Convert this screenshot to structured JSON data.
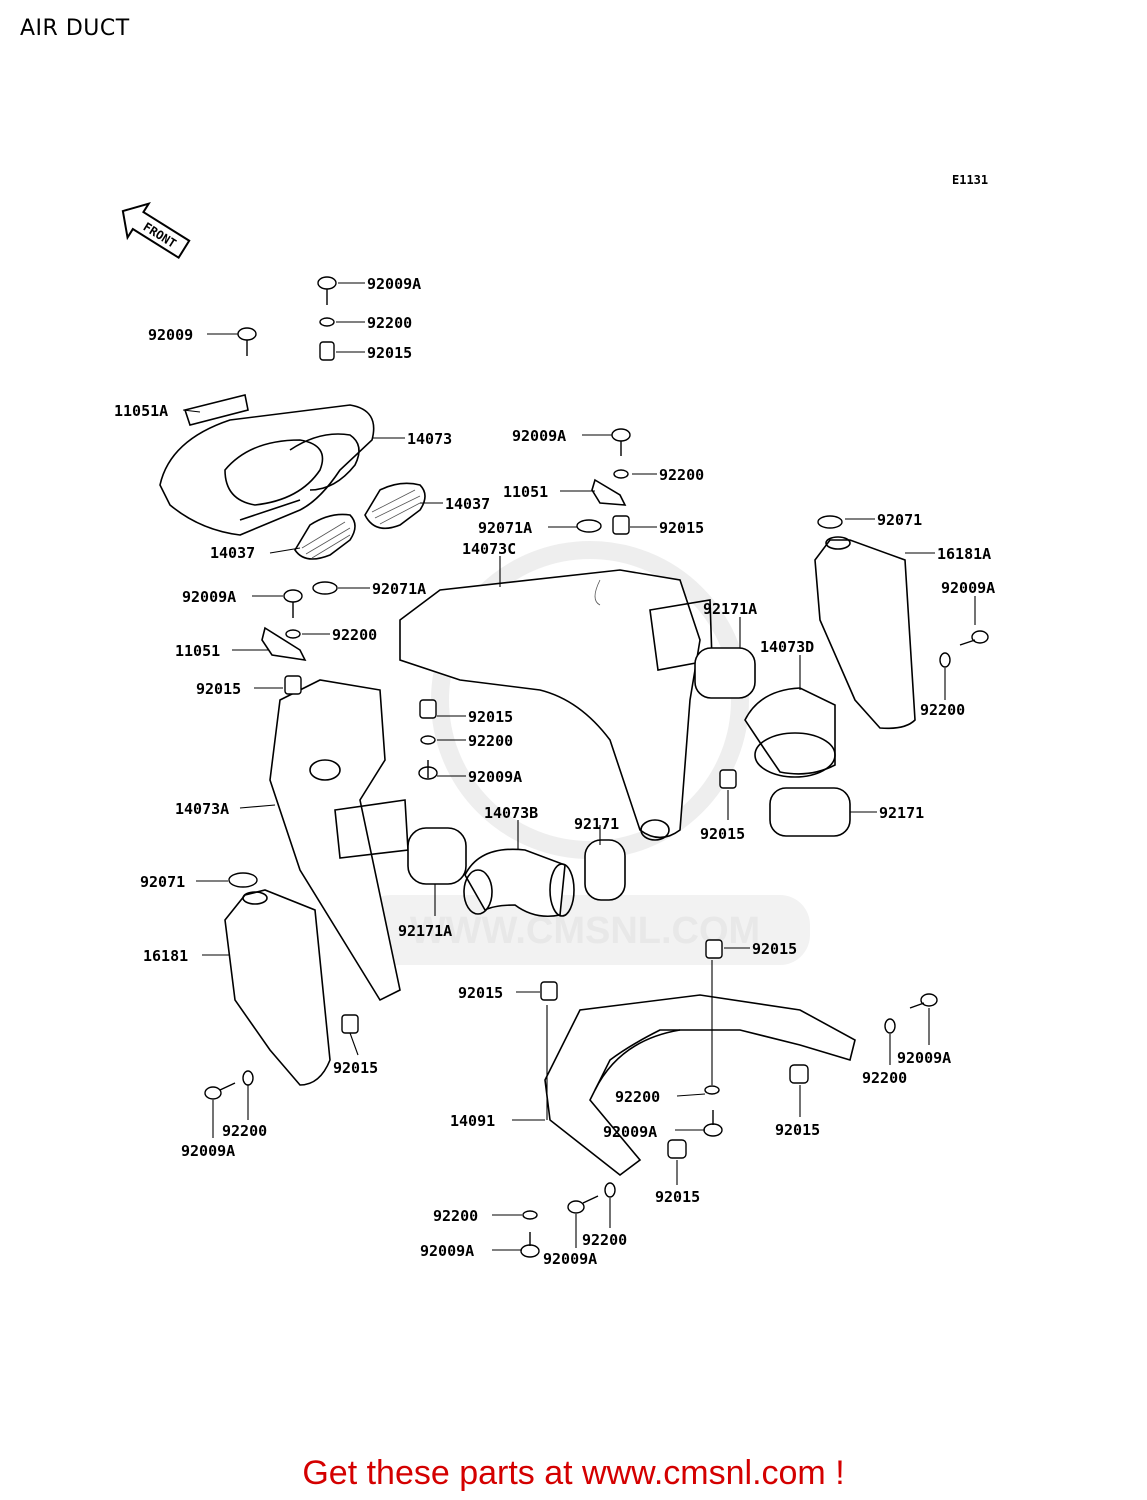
{
  "title": "AIR DUCT",
  "figure_code": "E1131",
  "front_label": "FRONT",
  "watermark": "WWW.CMSNL.COM",
  "footer": "Get these parts at www.cmsnl.com !",
  "labels": {
    "l1": "92009A",
    "l2": "92200",
    "l3": "92015",
    "l4": "92009",
    "l5": "11051A",
    "l6": "14073",
    "l7": "14037",
    "l8": "14037",
    "l9": "92009A",
    "l10": "92200",
    "l11": "11051",
    "l12": "92071A",
    "l13": "92015",
    "l14": "14073C",
    "l15": "92071",
    "l16": "16181A",
    "l17": "92009A",
    "l18": "92009A",
    "l19": "92071A",
    "l20": "92200",
    "l21": "11051",
    "l22": "92015",
    "l23": "92171A",
    "l24": "14073D",
    "l25": "92200",
    "l26": "92015",
    "l27": "92200",
    "l28": "92009A",
    "l29": "14073A",
    "l30": "92171",
    "l31": "14073B",
    "l32": "92015",
    "l33": "92171",
    "l34": "92071",
    "l35": "92171A",
    "l36": "92015",
    "l37": "16181",
    "l38": "92015",
    "l39": "92015",
    "l40": "92009A",
    "l41": "92200",
    "l42": "92200",
    "l43": "92009A",
    "l44": "92015",
    "l45": "14091",
    "l46": "92009A",
    "l47": "92015",
    "l48": "92200",
    "l49": "92200",
    "l50": "92009A",
    "l51": "92009A"
  }
}
